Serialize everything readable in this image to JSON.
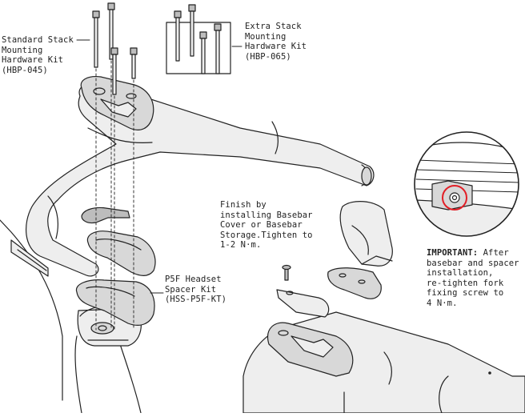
{
  "labels": {
    "standard_stack": "Standard Stack\nMounting\nHardware Kit\n(HBP-045)",
    "extra_stack": "Extra Stack\nMounting\nHardware Kit\n(HBP-065)",
    "finish": "Finish by\ninstalling Basebar\nCover or Basebar\nStorage.Tighten to\n1-2 N·m.",
    "spacer_kit": "P5F Headset\nSpacer Kit\n(HSS-P5F-KT)",
    "important_heading": "IMPORTANT:",
    "important_body": " After\nbasebar and spacer\ninstallation,\nre-tighten fork\nfixing screw to\n4 N·m."
  },
  "colors": {
    "line": "#222222",
    "fill_light": "#eeeeee",
    "fill_mid": "#d8d8d8",
    "fill_dark": "#bdbdbd",
    "highlight": "#e21e26"
  }
}
